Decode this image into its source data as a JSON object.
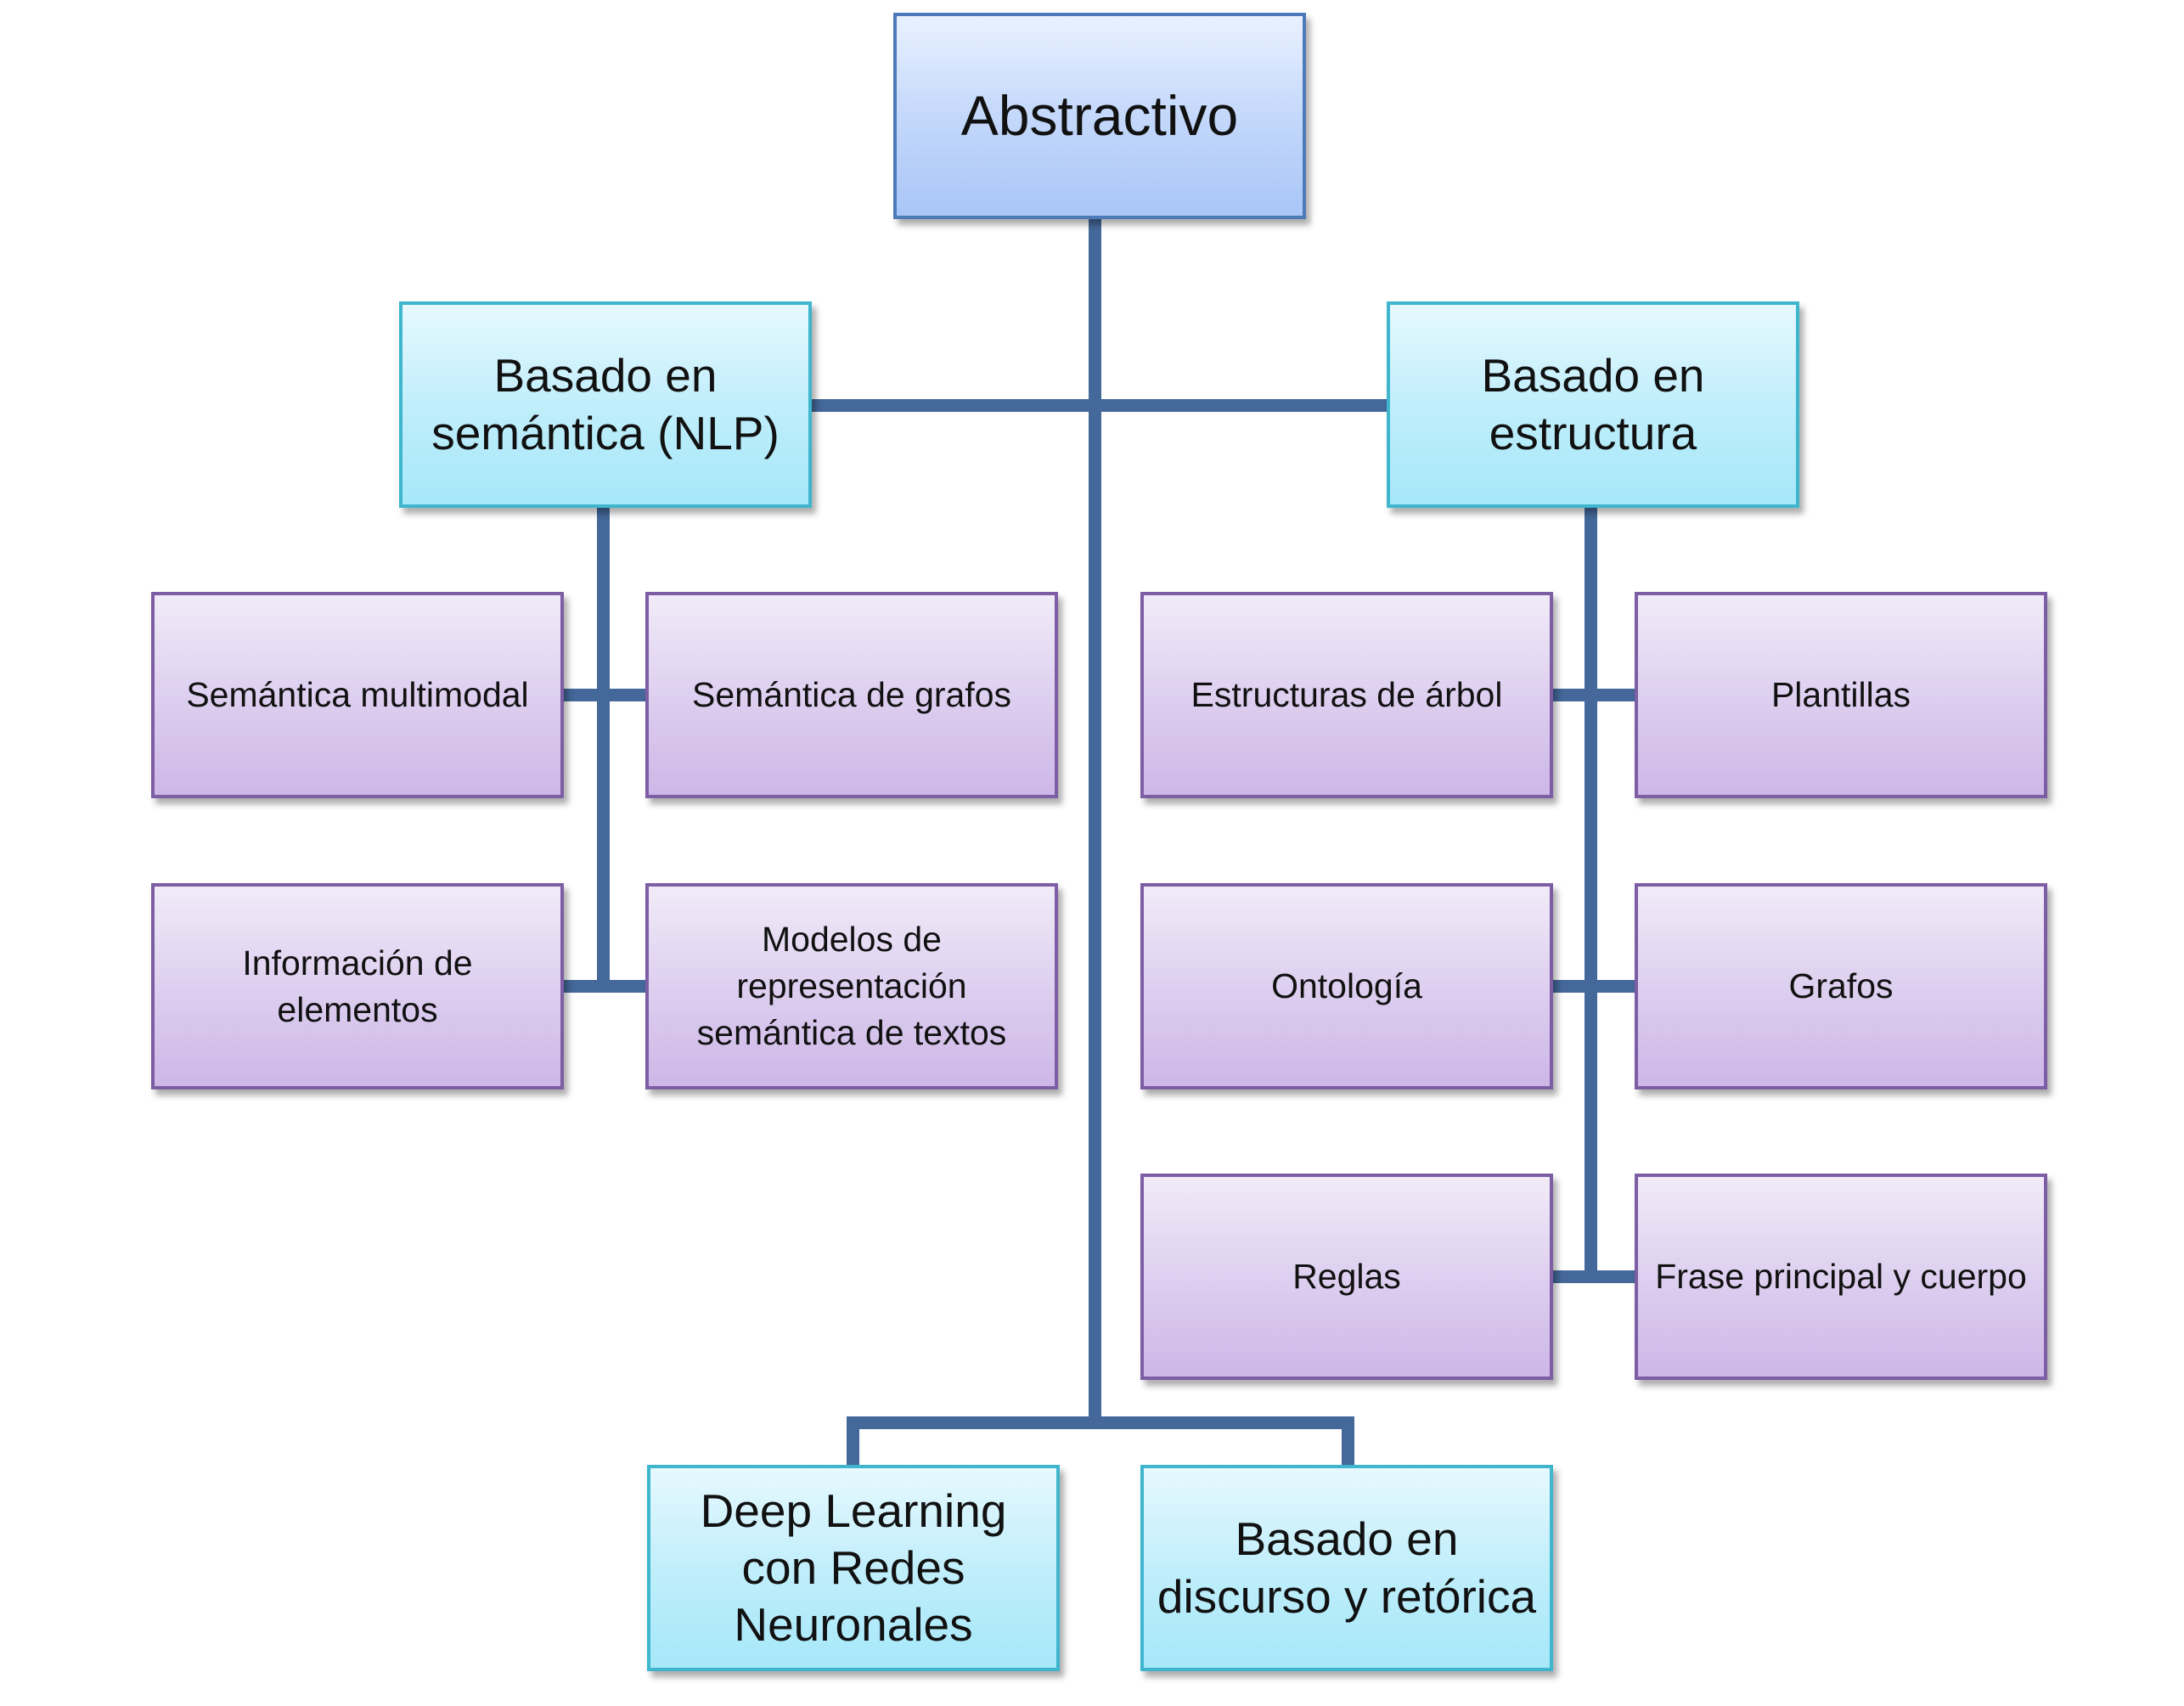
{
  "diagram": {
    "root": {
      "label": "Abstractivo"
    },
    "semantic": {
      "label": "Basado en\nsemántica (NLP)",
      "items": [
        {
          "label": "Semántica multimodal"
        },
        {
          "label": "Semántica de grafos"
        },
        {
          "label": "Información de\nelementos"
        },
        {
          "label": "Modelos de\nrepresentación\nsemántica de textos"
        }
      ]
    },
    "structure": {
      "label": "Basado en\nestructura",
      "items": [
        {
          "label": "Estructuras de árbol"
        },
        {
          "label": "Plantillas"
        },
        {
          "label": "Ontología"
        },
        {
          "label": "Grafos"
        },
        {
          "label": "Reglas"
        },
        {
          "label": "Frase principal y cuerpo"
        }
      ]
    },
    "deep_learning": {
      "label": "Deep Learning\ncon Redes\nNeuronales"
    },
    "discourse": {
      "label": "Basado en\ndiscurso y retórica"
    }
  },
  "colors": {
    "connector": "#44689a",
    "root_border": "#4d7ab8",
    "branch_border": "#3fb6cd",
    "leaf_border": "#7d5ea4"
  }
}
